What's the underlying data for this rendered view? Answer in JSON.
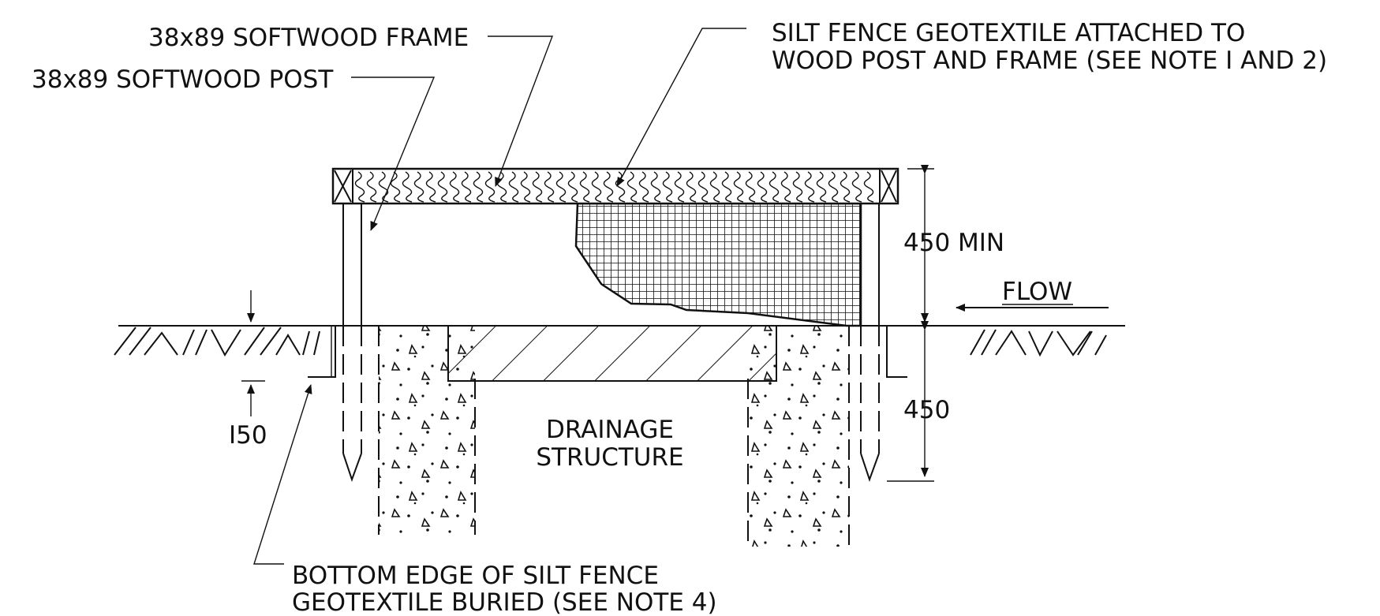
{
  "labels": {
    "frame": "38x89 SOFTWOOD FRAME",
    "post": "38x89 SOFTWOOD POST",
    "geotextile_line1": "SILT FENCE GEOTEXTILE ATTACHED TO",
    "geotextile_line2": "WOOD POST AND FRAME (SEE NOTE I AND 2)",
    "dim_height": "450 MIN",
    "flow": "FLOW",
    "dim_depth": "450",
    "dim_150": "I50",
    "structure_line1": "DRAINAGE",
    "structure_line2": "STRUCTURE",
    "bottom_line1": "BOTTOM EDGE OF SILT FENCE",
    "bottom_line2": "GEOTEXTILE BURIED (SEE NOTE 4)"
  }
}
